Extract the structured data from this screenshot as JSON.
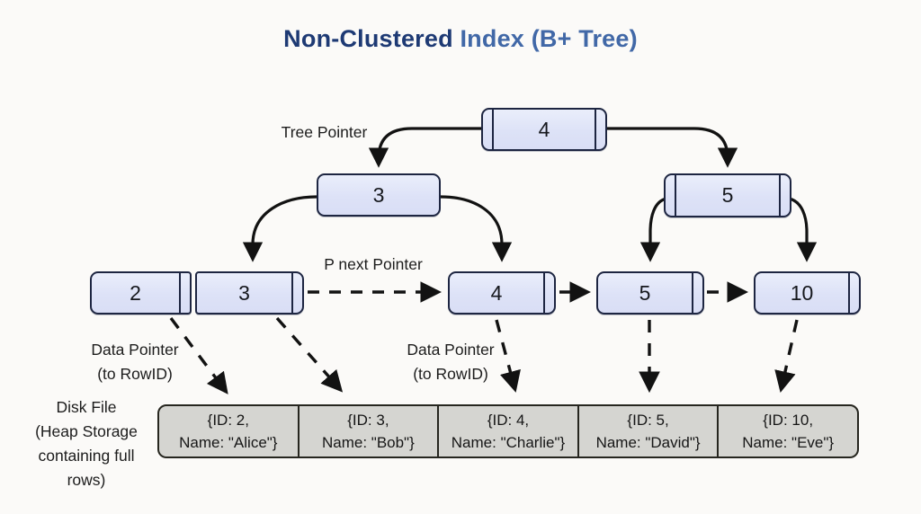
{
  "title": {
    "part1": "Non-Clustered ",
    "part2": "Index (B+ Tree)",
    "part1_color": "#1e3a74",
    "part2_color": "#4168a7"
  },
  "labels": {
    "tree_pointer": "Tree Pointer",
    "p_next_pointer": "P next Pointer",
    "data_pointer_left": {
      "line1": "Data Pointer",
      "line2": "(to RowID)"
    },
    "data_pointer_mid": {
      "line1": "Data Pointer",
      "line2": "(to RowID)"
    },
    "disk_file": {
      "line1": "Disk File",
      "line2": "(Heap Storage",
      "line3": "containing full",
      "line4": "rows)"
    }
  },
  "tree": {
    "root": {
      "key": "4"
    },
    "internal_left": {
      "key": "3"
    },
    "internal_right": {
      "key": "5"
    },
    "leaves": [
      {
        "key": "2"
      },
      {
        "key": "3"
      },
      {
        "key": "4"
      },
      {
        "key": "5"
      },
      {
        "key": "10"
      }
    ]
  },
  "disk_rows": [
    {
      "line1": "{ID: 2,",
      "line2": "Name: \"Alice\"}"
    },
    {
      "line1": "{ID: 3,",
      "line2": "Name: \"Bob\"}"
    },
    {
      "line1": "{ID: 4,",
      "line2": "Name: \"Charlie\"}"
    },
    {
      "line1": "{ID: 5,",
      "line2": "Name: \"David\"}"
    },
    {
      "line1": "{ID: 10,",
      "line2": "Name: \"Eve\"}"
    }
  ],
  "colors": {
    "node_fill": "#dde2f7",
    "node_border": "#1d2541",
    "disk_fill": "#d5d5d1",
    "disk_border": "#26261f",
    "arrow": "#121212",
    "background": "#fbfaf8"
  }
}
